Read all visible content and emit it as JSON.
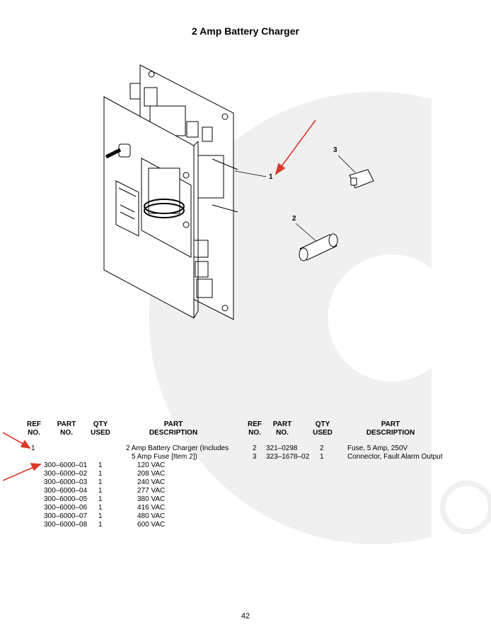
{
  "page_title": "2 Amp Battery Charger",
  "callouts": [
    "1",
    "2",
    "3"
  ],
  "table_headers": {
    "ref": "REF\nNO.",
    "part": "PART\nNO.",
    "qty": "QTY\nUSED",
    "desc": "PART\nDESCRIPTION"
  },
  "left_rows": [
    {
      "ref": "1",
      "part": "",
      "qty": "",
      "desc": "2 Amp Battery Charger (Includes"
    },
    {
      "ref": "",
      "part": "",
      "qty": "",
      "desc": "5 Amp Fuse [Item 2])"
    },
    {
      "ref": "",
      "part": "300–6000–01",
      "qty": "1",
      "desc": "120 VAC"
    },
    {
      "ref": "",
      "part": "300–6000–02",
      "qty": "1",
      "desc": "208 VAC"
    },
    {
      "ref": "",
      "part": "300–6000–03",
      "qty": "1",
      "desc": "240 VAC"
    },
    {
      "ref": "",
      "part": "300–6000–04",
      "qty": "1",
      "desc": "277 VAC"
    },
    {
      "ref": "",
      "part": "300–6000–05",
      "qty": "1",
      "desc": "380 VAC"
    },
    {
      "ref": "",
      "part": "300–6000–06",
      "qty": "1",
      "desc": "416 VAC"
    },
    {
      "ref": "",
      "part": "300–6000–07",
      "qty": "1",
      "desc": "480 VAC"
    },
    {
      "ref": "",
      "part": "300–6000–08",
      "qty": "1",
      "desc": "600 VAC"
    }
  ],
  "right_rows": [
    {
      "ref": "2",
      "part": "321–0298",
      "qty": "2",
      "desc": "Fuse, 5 Amp, 250V"
    },
    {
      "ref": "3",
      "part": "323–1678–02",
      "qty": "1",
      "desc": "Connector, Fault Alarm Output"
    }
  ],
  "page_number": "42",
  "colors": {
    "arrow": "#d93a2b",
    "watermark": "#f0f0f0"
  }
}
